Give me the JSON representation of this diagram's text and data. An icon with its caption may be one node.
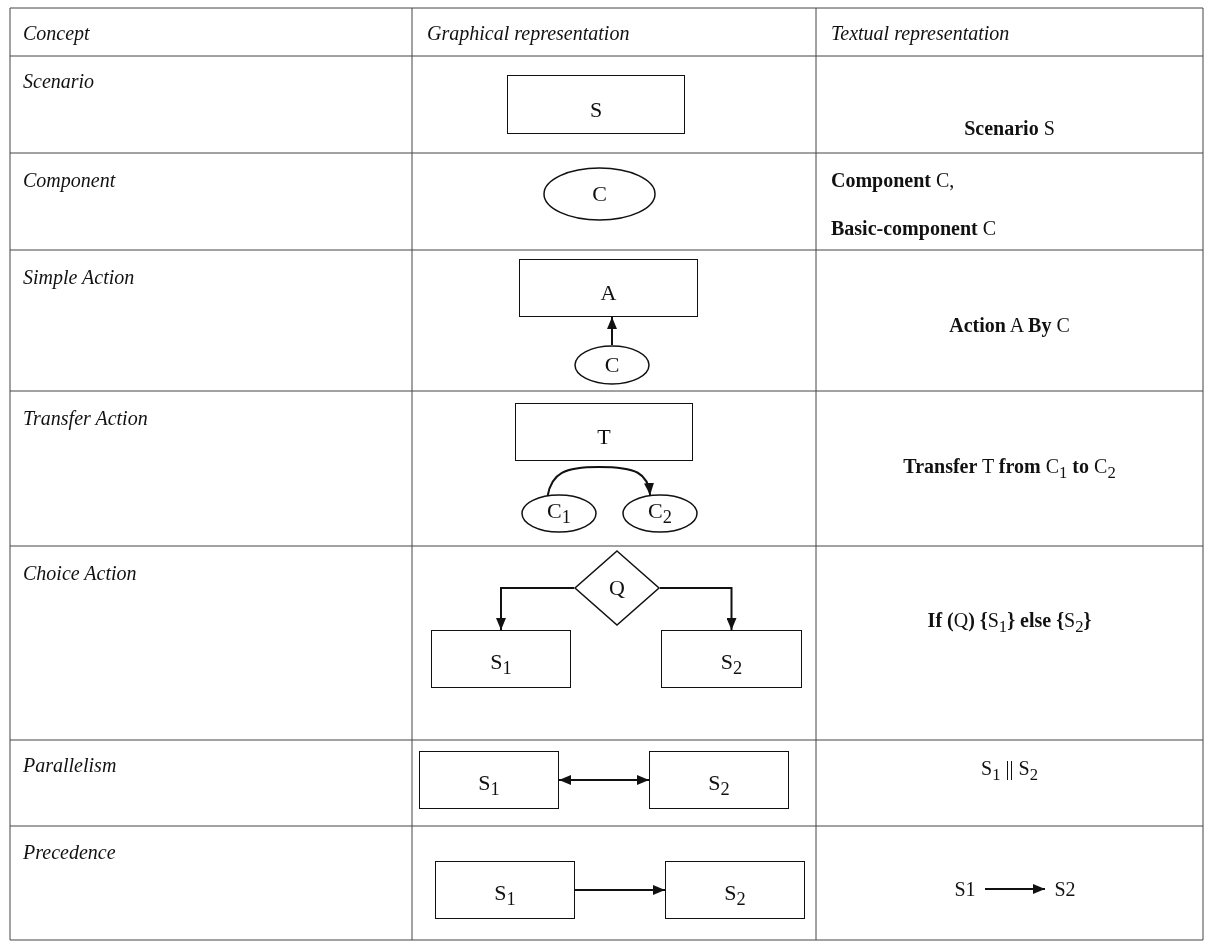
{
  "diagram": {
    "nodes": [
      {
        "text": [
          "S"
        ]
      },
      {
        "text": [
          "C"
        ]
      },
      {
        "text": [
          "A"
        ]
      },
      {
        "text": [
          "C"
        ]
      },
      {
        "text": [
          "T"
        ]
      },
      {
        "text": [
          "C$_{1}$"
        ]
      },
      {
        "text": [
          "C$_{2}$"
        ]
      },
      {
        "text": [
          "Q"
        ]
      },
      {
        "text": [
          "S$_{1}$"
        ]
      },
      {
        "text": [
          "S$_{2}$"
        ]
      },
      {
        "text": [
          "S$_{1}$"
        ]
      },
      {
        "text": [
          "S$_{2}$"
        ]
      },
      {
        "text": [
          "S$_{1}$"
        ]
      },
      {
        "text": [
          "S$_{2}$"
        ]
      },
      {
        "text": [
          "S1"
        ]
      },
      {
        "text": [
          "S2"
        ]
      }
    ],
    "edges": [
      {
        "from": 3,
        "to": 2,
        "arrow": "to"
      },
      {
        "from": 5,
        "to": 6,
        "arrow": "to"
      },
      {
        "from": 7,
        "to": 8,
        "arrow": "to"
      },
      {
        "from": 7,
        "to": 9,
        "arrow": "to"
      },
      {
        "from": 10,
        "to": 11,
        "arrow": "both"
      },
      {
        "from": 12,
        "to": 13,
        "arrow": "to"
      },
      {
        "from": 14,
        "to": 15,
        "arrow": "to"
      }
    ],
    "labels": [
      "Concept",
      "Graphical representation",
      "Textual representation",
      "Scenario",
      "**Scenario** S",
      "Component",
      "**Component** C,",
      "**Basic-component** C",
      "Simple Action",
      "**Action** A **By** C",
      "Transfer Action",
      "**Transfer** T **from** C$_{1}$ **to** C$_{2}$",
      "Choice Action",
      "**If (**Q**) {**S$_{1}$**} else {**S$_{2}$**}**",
      "Parallelism",
      "S$_{1}$ || S$_{2}$",
      "Precedence"
    ]
  }
}
